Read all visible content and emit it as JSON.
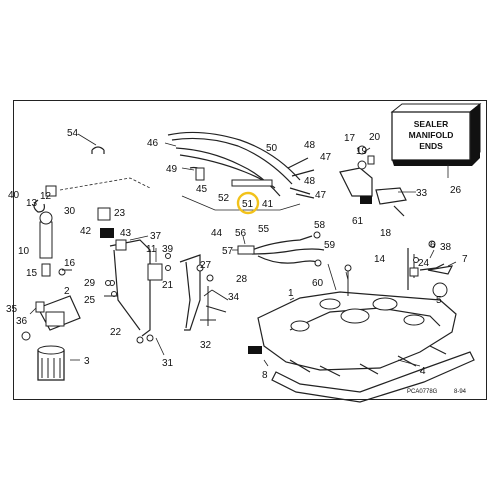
{
  "sealer_box": {
    "line1": "SEALER",
    "line2": "MANIFOLD",
    "line3": "ENDS"
  },
  "figure_code": "PCA0778G",
  "figure_date": "8-94",
  "highlight_color": "#f2c21a",
  "callouts": {
    "n1": "1",
    "n2": "2",
    "n3": "3",
    "n4": "4",
    "n5": "5",
    "n6": "6",
    "n7": "7",
    "n8": "8",
    "n10": "10",
    "n11": "11",
    "n12": "12",
    "n13": "13",
    "n14": "14",
    "n15": "15",
    "n16": "16",
    "n17": "17",
    "n18": "18",
    "n19": "19",
    "n20": "20",
    "n21": "21",
    "n22": "22",
    "n23": "23",
    "n24": "24",
    "n25": "25",
    "n26": "26",
    "n27": "27",
    "n28": "28",
    "n29": "29",
    "n30": "30",
    "n31": "31",
    "n32": "32",
    "n33": "33",
    "n34": "34",
    "n35": "35",
    "n36": "36",
    "n37": "37",
    "n38": "38",
    "n39": "39",
    "n40": "40",
    "n41": "41",
    "n42": "42",
    "n43": "43",
    "n44": "44",
    "n45": "45",
    "n46": "46",
    "n47a": "47",
    "n47b": "47",
    "n48a": "48",
    "n48b": "48",
    "n49": "49",
    "n50": "50",
    "n51": "51",
    "n52": "52",
    "n54": "54",
    "n55": "55",
    "n56": "56",
    "n57": "57",
    "n58": "58",
    "n59": "59",
    "n60": "60",
    "n61": "61"
  }
}
